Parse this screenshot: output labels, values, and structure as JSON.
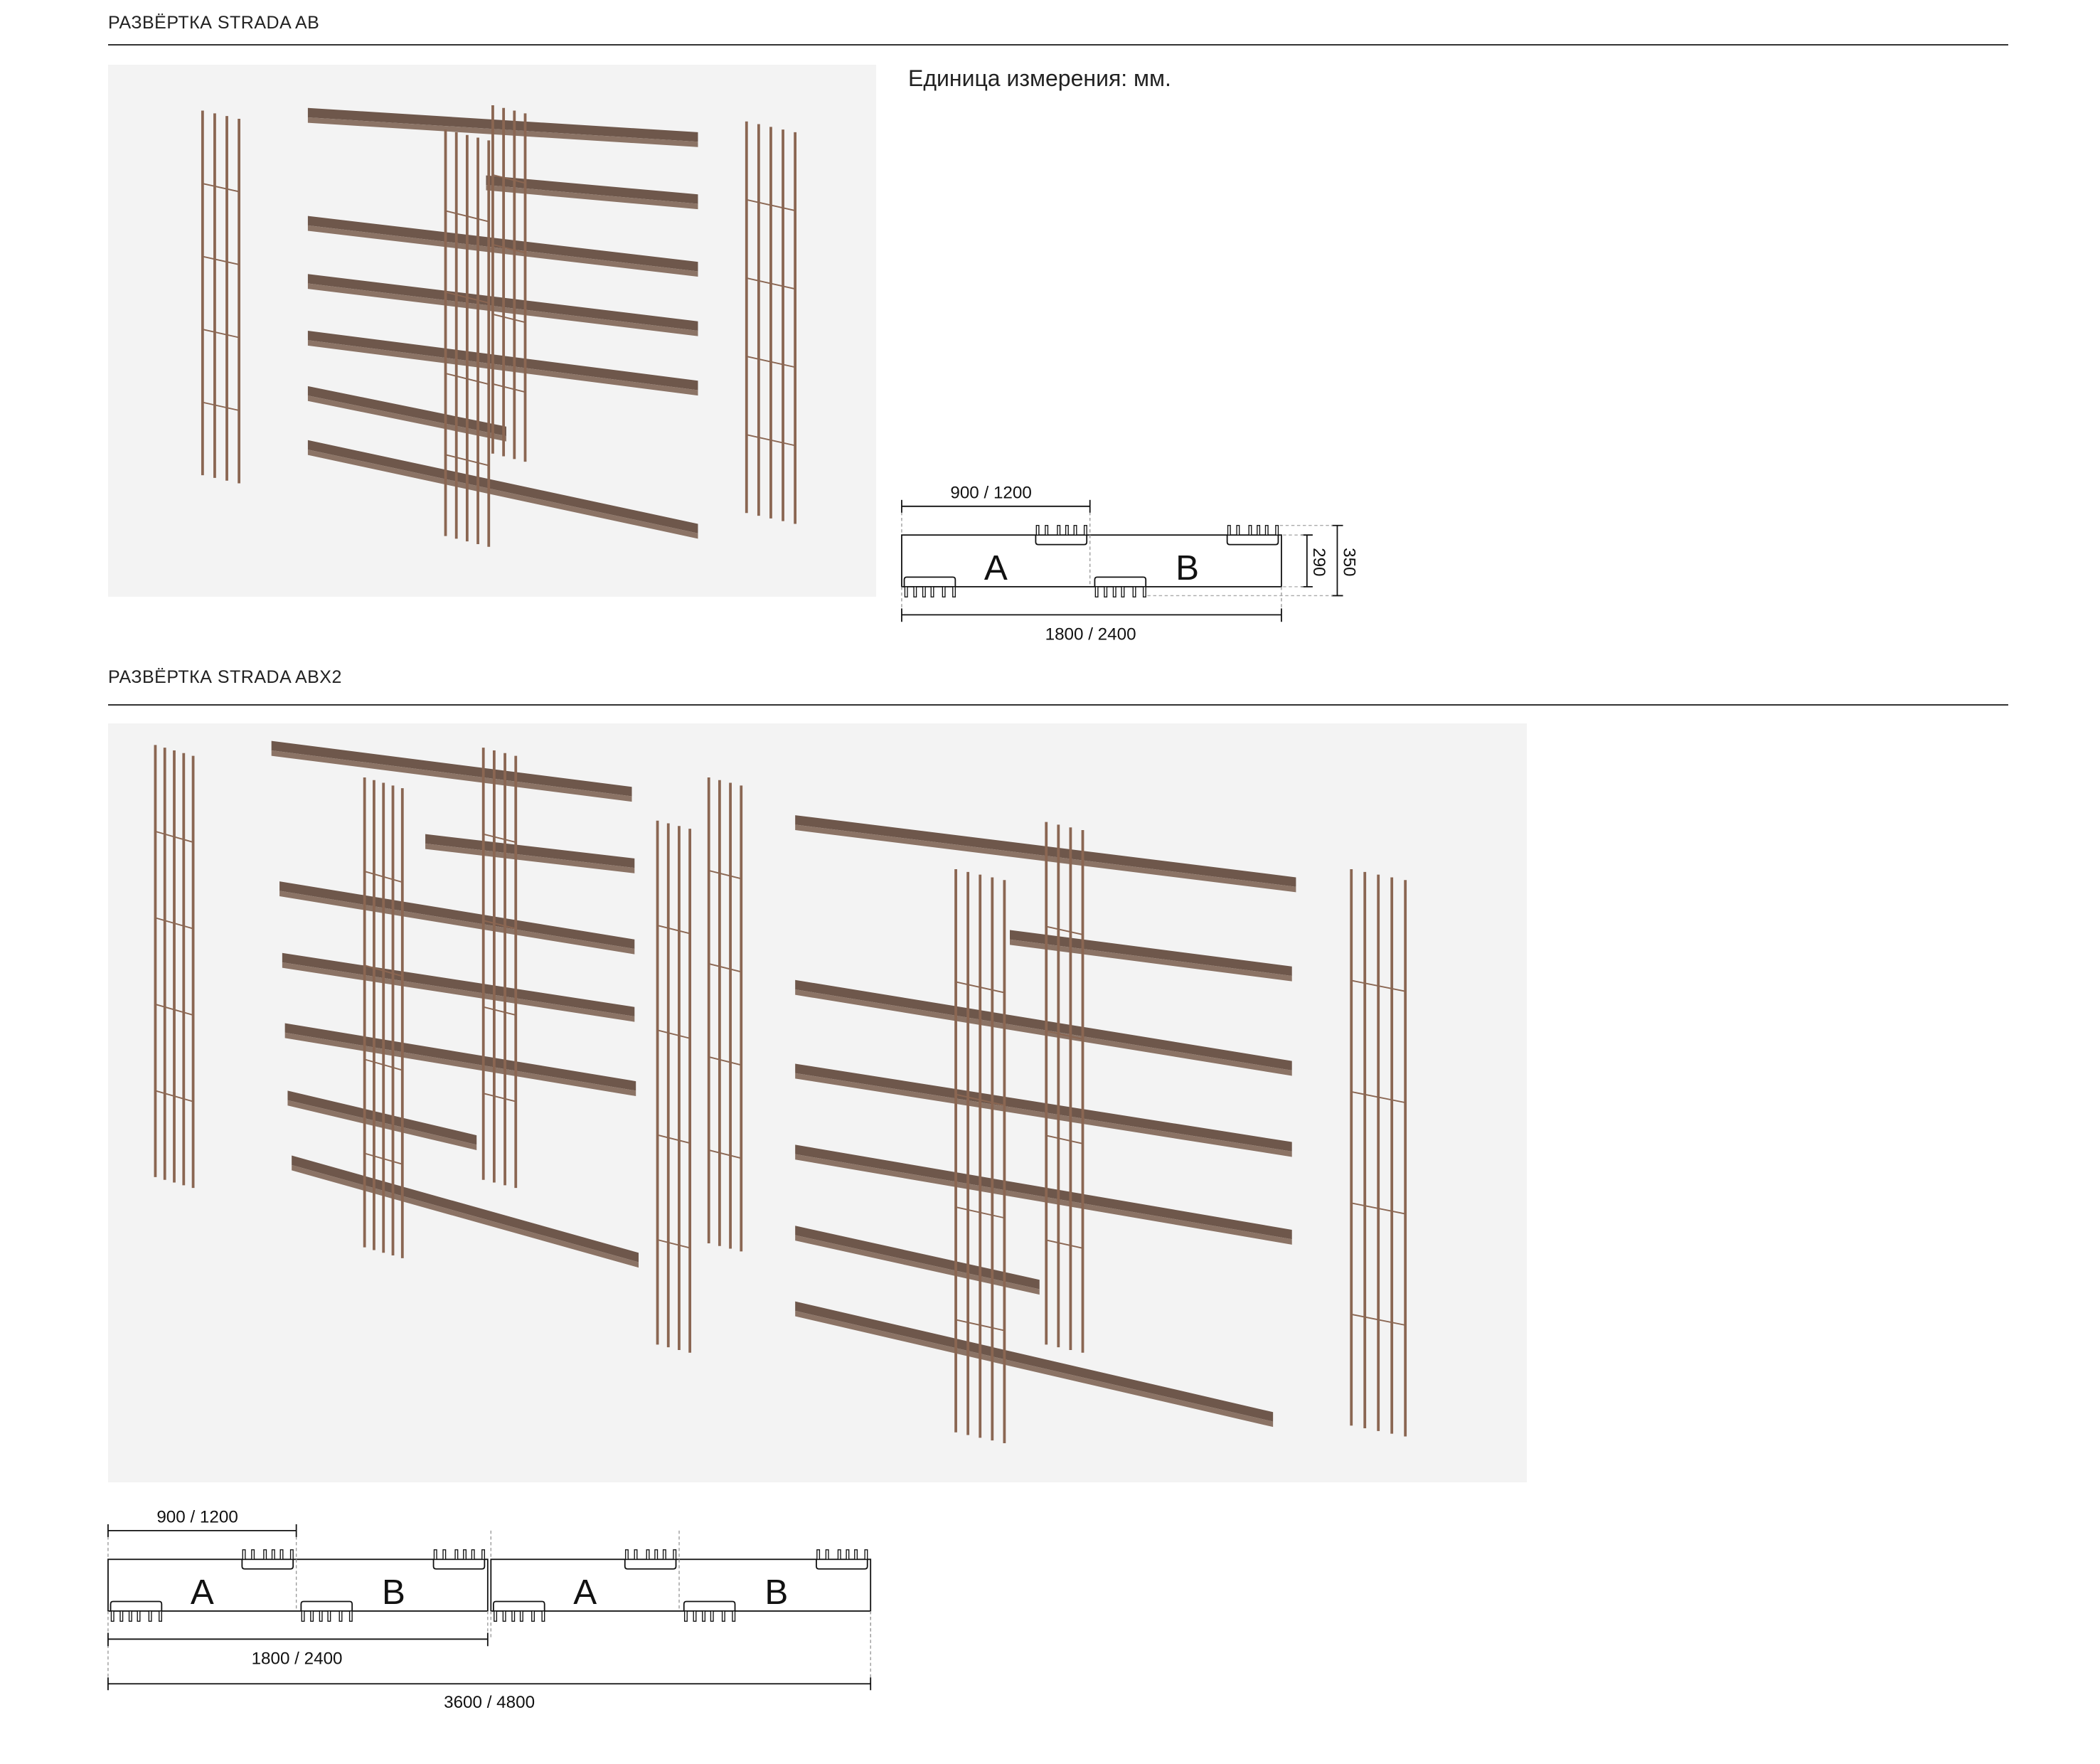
{
  "section1": {
    "title": "РАЗВЁРТКА STRADA AB",
    "units_note": "Единица измерения: мм.",
    "diagram": {
      "module_width": "900 / 1200",
      "total_width": "1800 / 2400",
      "depth_inner": "290",
      "depth_outer": "350",
      "labels": [
        "A",
        "B"
      ]
    }
  },
  "section2": {
    "title": "РАЗВЁРТКА STRADA ABX2",
    "diagram": {
      "module_width": "900 / 1200",
      "pair_width": "1800 / 2400",
      "total_width": "3600 / 4800",
      "labels": [
        "A",
        "B",
        "A",
        "B"
      ]
    }
  },
  "colors": {
    "shelf": "#6e574b",
    "shelf_top": "#8b7365",
    "rod": "#8a6652",
    "background": "#f3f3f3"
  }
}
